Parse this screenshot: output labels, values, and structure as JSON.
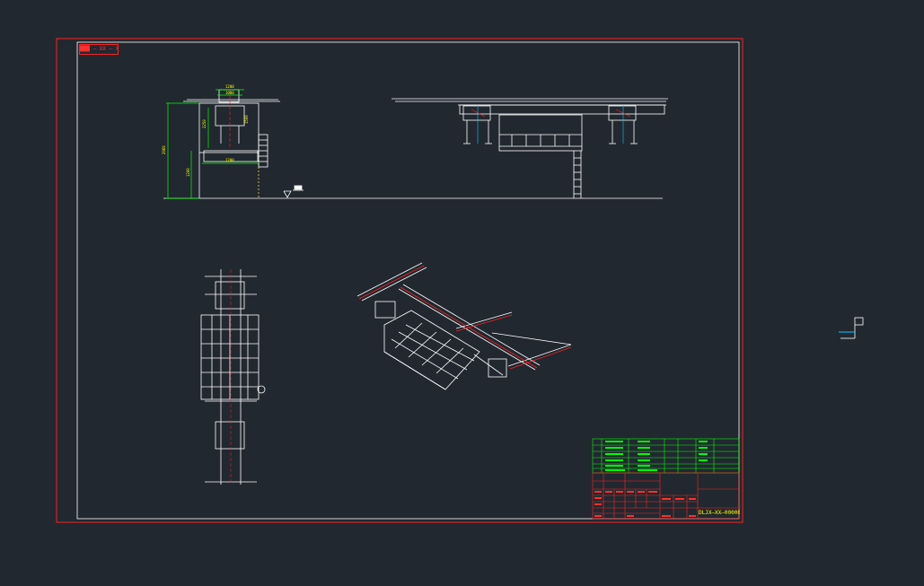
{
  "sheet": {
    "drawing_tag": "███ — XX — XX",
    "drawing_code": "DLJX—XX—000000",
    "dims": {
      "d1": "1200",
      "d2": "1000",
      "d3": "2250",
      "d4": "1500",
      "d5": "2960",
      "d6": "1200",
      "d7": "1200"
    }
  },
  "colors": {
    "background": "#212830",
    "border": "#ff2020",
    "lines": "#ffffff",
    "dimension": "#00ff00",
    "annotation": "#ffff00",
    "title_table": "#ff2020",
    "parts_table": "#00ff00"
  },
  "icons": {
    "ucs": "ucs-crosshair-icon"
  }
}
